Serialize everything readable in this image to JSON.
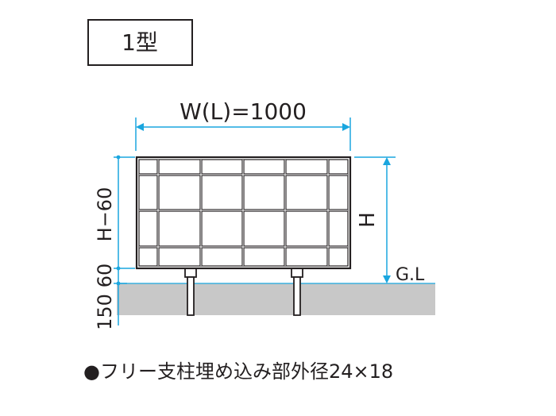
{
  "type_label": "1型",
  "width_label": "W(L)=1000",
  "height_label": "H",
  "ground_label": "G.L",
  "left_dims": {
    "embed": "150",
    "gap": "60",
    "panel": "H−60"
  },
  "note": "●フリー支柱埋め込み部外径24×18",
  "colors": {
    "ink": "#231f20",
    "dimension": "#1aa6df",
    "ground": "#c8c8c8"
  }
}
